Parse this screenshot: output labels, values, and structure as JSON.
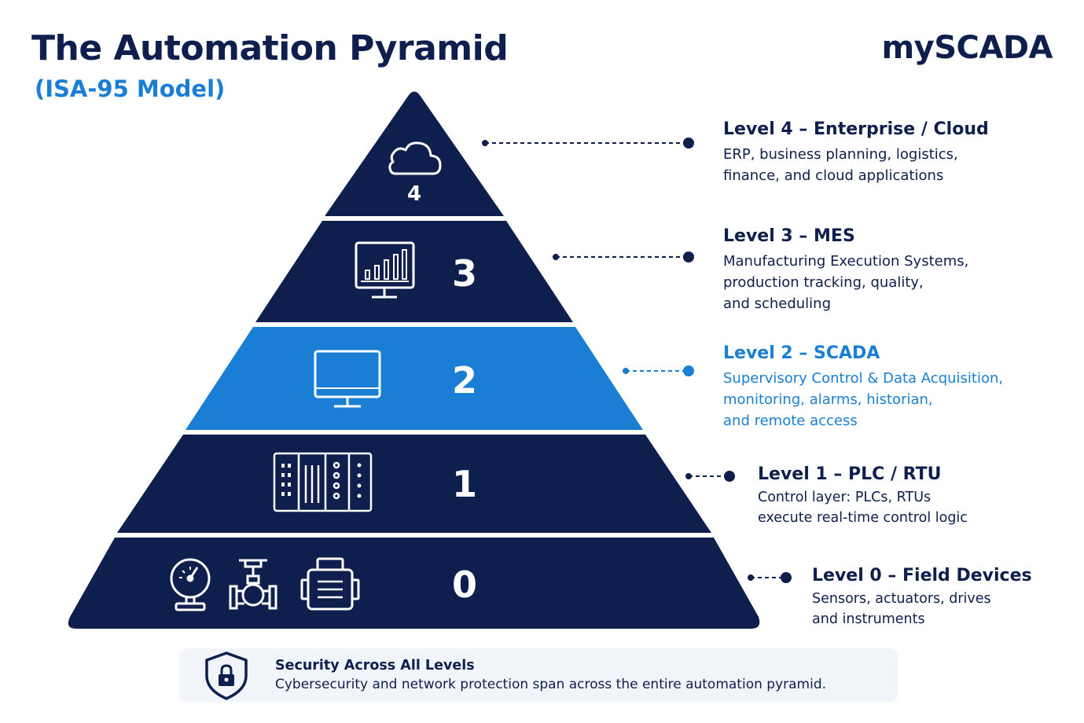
{
  "header": {
    "title": "The Automation Pyramid",
    "subtitle": "(ISA-95 Model)",
    "brand": "mySCADA"
  },
  "colors": {
    "navy": "#0e1f4d",
    "accent_blue": "#1a7fd4",
    "panel_bg": "#f1f5fa"
  },
  "pyramid": {
    "tiers": [
      {
        "number": "4",
        "icon": "cloud-icon"
      },
      {
        "number": "3",
        "icon": "monitor-chart-icon"
      },
      {
        "number": "2",
        "icon": "computer-monitor-icon"
      },
      {
        "number": "1",
        "icon": "plc-rack-icon"
      },
      {
        "number": "0",
        "icons": [
          "pressure-gauge-icon",
          "valve-icon",
          "motor-icon"
        ]
      }
    ]
  },
  "levels": [
    {
      "title": "Level 4 – Enterprise / Cloud",
      "description": "ERP, business planning, logistics,\nfinance, and cloud applications"
    },
    {
      "title": "Level 3 – MES",
      "description": "Manufacturing Execution Systems,\nproduction tracking, quality,\nand scheduling"
    },
    {
      "title": "Level 2 – SCADA",
      "description": "Supervisory Control & Data Acquisition,\nmonitoring, alarms, historian,\nand remote access",
      "highlighted": true
    },
    {
      "title": "Level 1 – PLC / RTU",
      "description": "Control layer: PLCs, RTUs\nexecute real-time control logic"
    },
    {
      "title": "Level 0 – Field Devices",
      "description": "Sensors, actuators, drives\nand instruments"
    }
  ],
  "security": {
    "title": "Security Across All Levels",
    "description": "Cybersecurity and network protection span across the entire automation pyramid.",
    "icon": "shield-lock-icon"
  }
}
